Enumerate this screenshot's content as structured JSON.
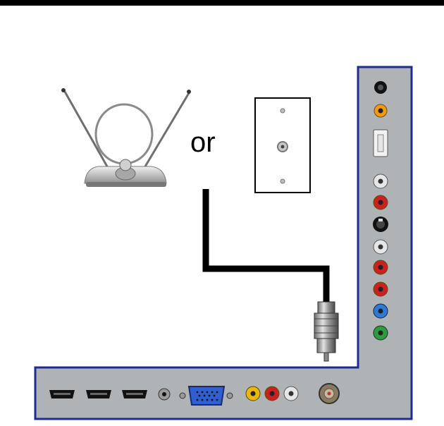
{
  "connector_word": "or",
  "icons": {
    "antenna": "rabbit-ears-antenna-icon",
    "wall_plate": "coaxial-wall-plate-icon",
    "cable": "coaxial-cable-icon",
    "tv_panel": "tv-rear-input-panel"
  },
  "colors": {
    "panel_fill": "#b0b3b6",
    "panel_border": "#1f2c8f",
    "cable": "#000000",
    "jack_red": "#cc1f24",
    "jack_yellow": "#e8b80c",
    "jack_white": "#e6e6e6",
    "jack_blue": "#2f7ad8",
    "jack_green": "#2e9b3e",
    "jack_orange": "#f09a1a"
  },
  "side_ports": [
    "headphone-jack",
    "digital-audio-out",
    "usb-port",
    "av-audio-white",
    "av-audio-red",
    "s-video",
    "component-audio-white",
    "component-audio-red",
    "component-pr",
    "component-pb",
    "component-y"
  ],
  "bottom_ports": [
    "hdmi-1",
    "hdmi-2",
    "hdmi-3",
    "pc-audio-in",
    "vga-port",
    "av-video-yellow",
    "av-audio-red",
    "av-audio-white",
    "rf-antenna-in"
  ]
}
